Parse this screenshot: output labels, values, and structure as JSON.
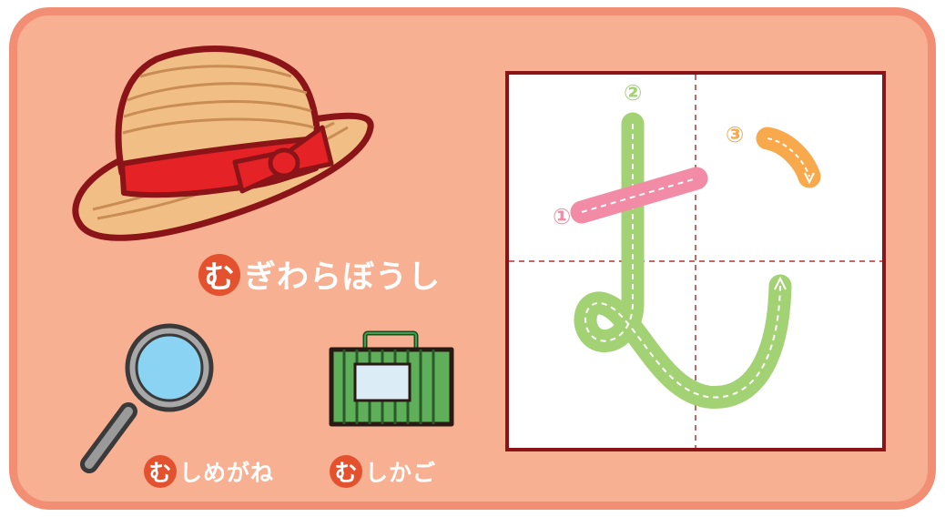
{
  "words": {
    "main": {
      "lead": "む",
      "rest": "ぎわらぼうし"
    },
    "glass": {
      "lead": "む",
      "rest": "しめがね"
    },
    "cage": {
      "lead": "む",
      "rest": "しかご"
    }
  },
  "stroke_order": [
    "①",
    "②",
    "③"
  ],
  "colors": {
    "background": "#f8b093",
    "border": "#f28e74",
    "highlight_circle": "#e4512e",
    "stroke_1": "#f28ca6",
    "stroke_2": "#a3d274",
    "stroke_3": "#f7a94c",
    "grid_line": "#b5302d"
  },
  "icons": [
    "straw-hat-icon",
    "magnifying-glass-icon",
    "insect-cage-icon"
  ]
}
